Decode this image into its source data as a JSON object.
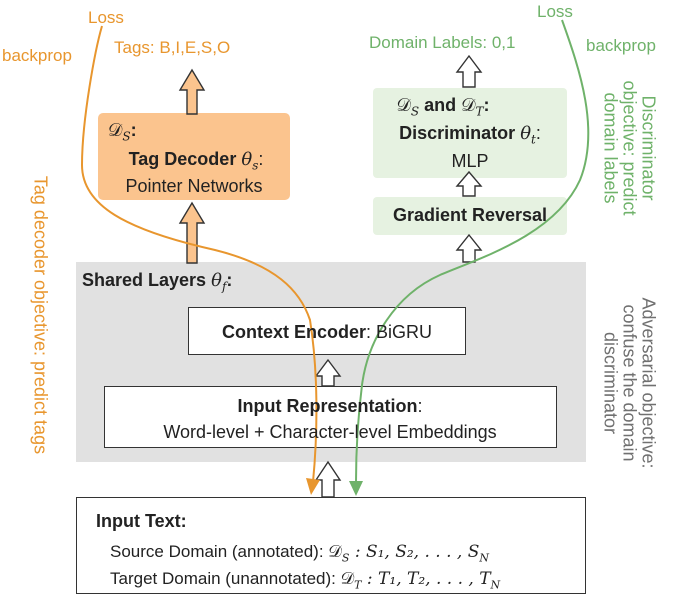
{
  "left_side": {
    "loss": "Loss",
    "backprop": "backprop",
    "tags_output": "Tags: B,I,E,S,O",
    "objective": "Tag decoder objective: predict tags"
  },
  "right_side": {
    "loss": "Loss",
    "backprop": "backprop",
    "domain_labels": "Domain Labels: 0,1",
    "discriminator_objective": [
      "Discriminator",
      "objective: predict",
      "domain labels"
    ],
    "adversarial_objective": [
      "Adversarial objective:",
      "confuse the domain",
      "discriminator"
    ]
  },
  "tag_decoder": {
    "domain": "𝒟",
    "domain_sub": "S",
    "domain_suffix": ":",
    "title": "Tag Decoder",
    "param": "θ",
    "param_sub": "s",
    "param_suffix": ":",
    "subtitle": "Pointer Networks"
  },
  "discriminator": {
    "domain_a": "𝒟",
    "domain_a_sub": "S",
    "and_word": " and ",
    "domain_b": "𝒟",
    "domain_b_sub": "T",
    "domain_suffix": ":",
    "title": "Discriminator",
    "param": "θ",
    "param_sub": "t",
    "param_suffix": ":",
    "subtitle": "MLP"
  },
  "gradient_reversal": {
    "label": "Gradient Reversal"
  },
  "shared_layers": {
    "label": "Shared Layers",
    "param": "θ",
    "param_sub": "f",
    "param_suffix": ":"
  },
  "context_encoder": {
    "title": "Context Encoder",
    "suffix": ": BiGRU"
  },
  "input_representation": {
    "title": "Input Representation",
    "title_suffix": ":",
    "subtitle": "Word-level + Character-level Embeddings"
  },
  "input_text": {
    "title": "Input Text:",
    "source_label": "Source Domain (annotated): ",
    "source_math": "𝒟",
    "source_math_sub": "S",
    "source_seq": " : S₁, S₂, . . . , S",
    "source_seq_sub": "N",
    "target_label": "Target Domain (unannotated): ",
    "target_math": "𝒟",
    "target_math_sub": "T",
    "target_seq": " : T₁, T₂, . . . , T",
    "target_seq_sub": "N"
  },
  "colors": {
    "orange": "#e8962e",
    "orange_fill": "#fbc48e",
    "green": "#6fb26a",
    "green_fill": "#e6f2e1",
    "shared_gray": "#e1e1e1",
    "side_text_gray": "#707070"
  }
}
